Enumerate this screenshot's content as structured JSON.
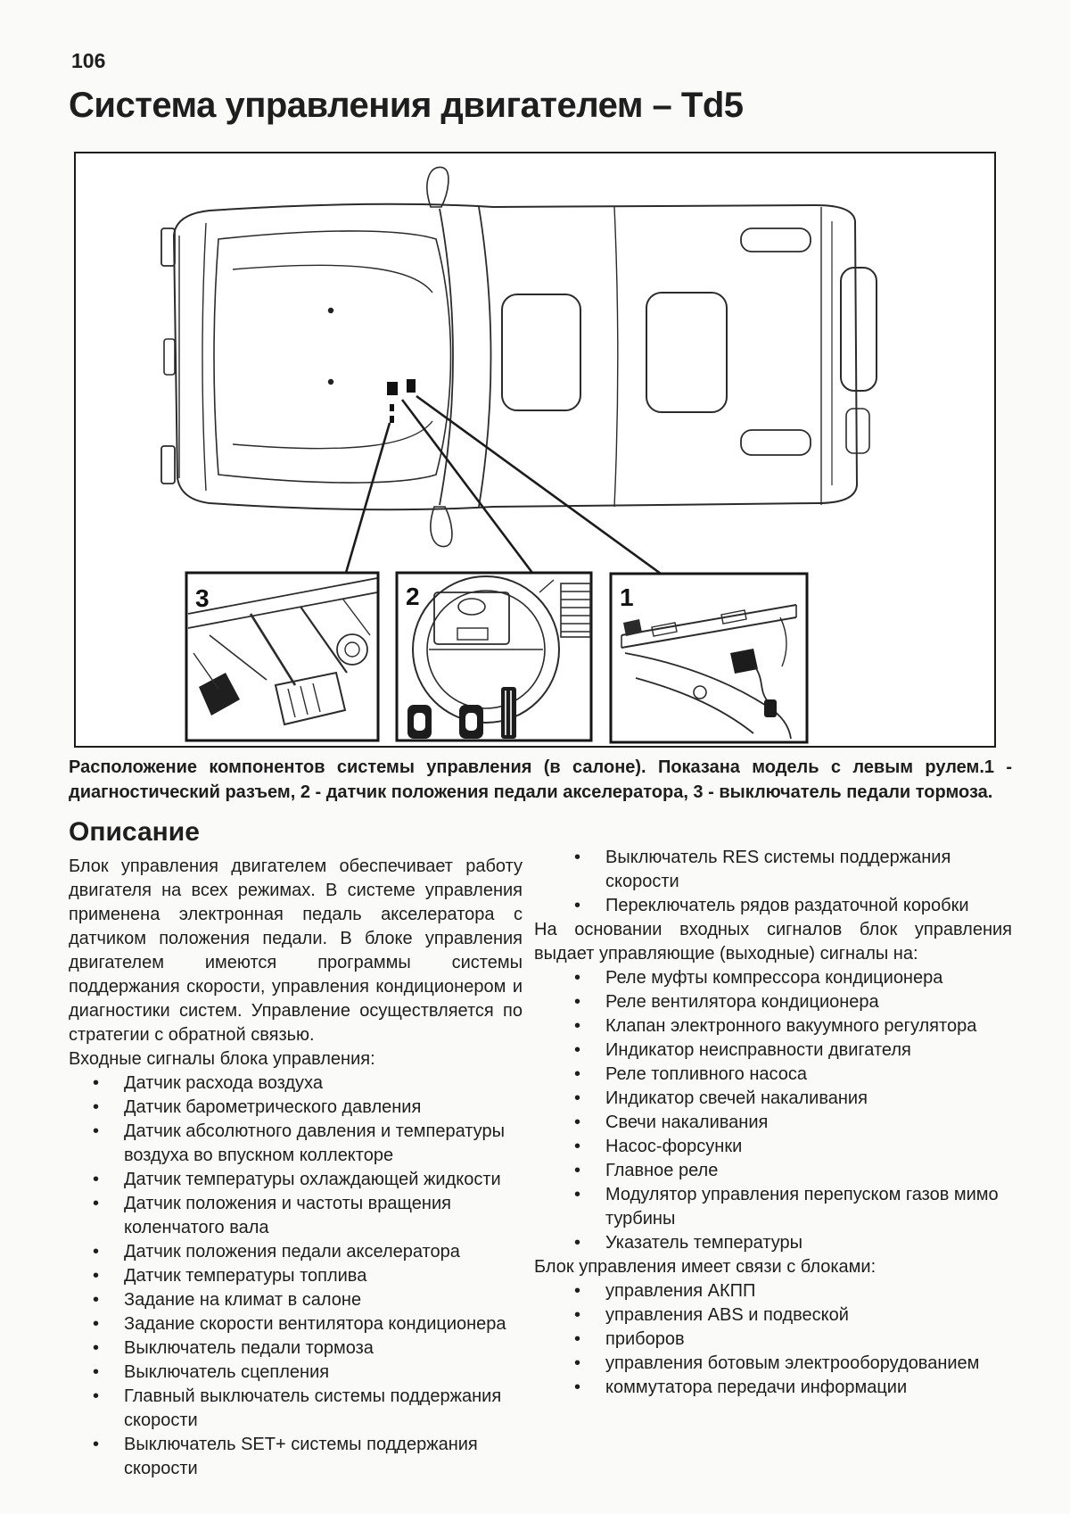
{
  "page": {
    "number": "106",
    "title": "Система управления двигателем – Td5"
  },
  "figure": {
    "insets": [
      {
        "label": "3"
      },
      {
        "label": "2"
      },
      {
        "label": "1"
      }
    ],
    "caption": "Расположение компонентов системы управления (в салоне). Показана модель с левым рулем.1 - диагностический разъем, 2 - датчик положения педали акселератора, 3 - выключатель педали тормоза."
  },
  "description": {
    "heading": "Описание",
    "left": {
      "intro": "Блок управления двигателем обеспечивает работу двигателя на всех режимах. В системе управления применена электронная педаль акселератора с датчиком положения педали. В блоке управления двигателем имеются программы системы поддержания скорости, управления кондиционером и диагностики систем. Управление осуществляется по стратегии с обратной связью.",
      "inputs_title": "Входные сигналы блока управления:",
      "inputs": [
        "Датчик расхода воздуха",
        "Датчик барометрического давления",
        "Датчик абсолютного давления и температуры воздуха во впускном коллекторе",
        "Датчик температуры охлаждающей жидкости",
        "Датчик положения и частоты вращения коленчатого вала",
        "Датчик положения педали акселератора",
        "Датчик температуры топлива",
        "Задание на климат в салоне",
        "Задание скорости вентилятора кондиционера",
        "Выключатель педали тормоза",
        "Выключатель сцепления",
        "Главный выключатель системы поддержания скорости",
        "Выключатель SET+ системы поддержания скорости"
      ]
    },
    "right": {
      "inputs_cont": [
        "Выключатель RES системы поддержания скорости",
        "Переключатель рядов раздаточной коробки"
      ],
      "outputs_intro": "На основании входных сигналов блок управления выдает управляющие (выходные) сигналы на:",
      "outputs": [
        "Реле муфты компрессора кондиционера",
        "Реле вентилятора кондиционера",
        "Клапан электронного вакуумного регулятора",
        "Индикатор неисправности двигателя",
        "Реле топливного насоса",
        "Индикатор свечей накаливания",
        "Свечи накаливания",
        "Насос-форсунки",
        "Главное реле",
        "Модулятор управления перепуском газов мимо турбины",
        "Указатель температуры"
      ],
      "links_intro": "Блок управления имеет связи с блоками:",
      "links": [
        "управления АКПП",
        "управления ABS и подвеской",
        "приборов",
        "управления ботовым электрооборудованием",
        "коммутатора передачи информации"
      ]
    }
  }
}
